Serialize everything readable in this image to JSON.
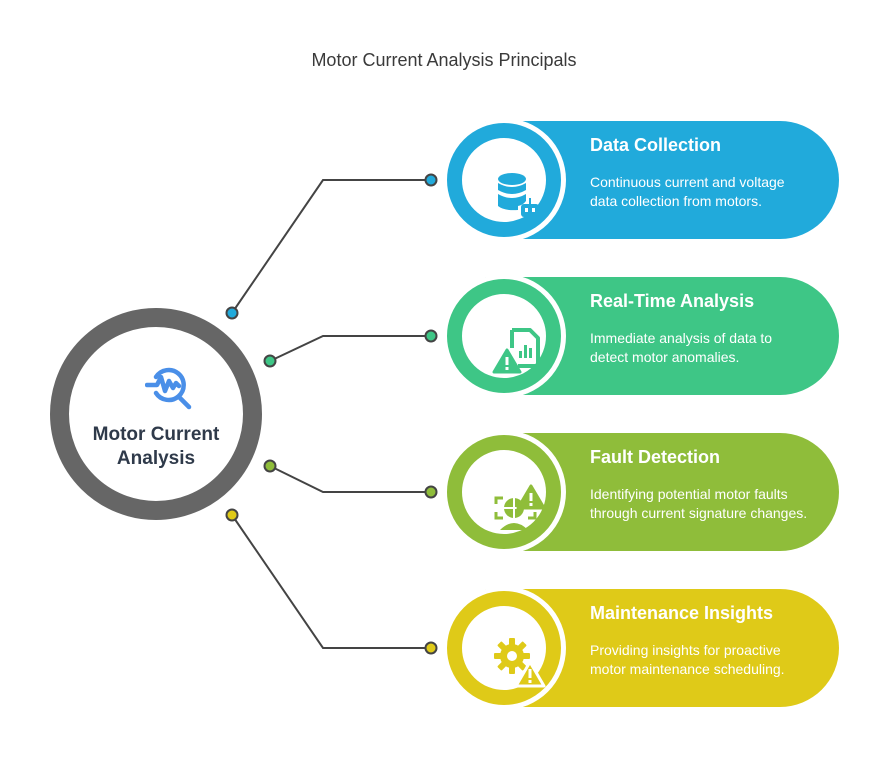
{
  "title": "Motor Current Analysis Principals",
  "hub": {
    "label": "Motor Current Analysis",
    "icon": "waveform-magnifier-icon",
    "ring_color": "#666666",
    "icon_color": "#4a8fe8"
  },
  "connector_color": "#444444",
  "items": [
    {
      "title": "Data Collection",
      "description": "Continuous current and voltage data collection from motors.",
      "icon": "database-robot-icon",
      "color": "#21aadb"
    },
    {
      "title": "Real-Time Analysis",
      "description": "Immediate analysis of data to detect motor anomalies.",
      "icon": "chart-document-warning-icon",
      "color": "#3ec686"
    },
    {
      "title": "Fault Detection",
      "description": "Identifying potential motor faults through current signature changes.",
      "icon": "globe-scan-warning-icon",
      "color": "#8fbd3a"
    },
    {
      "title": "Maintenance Insights",
      "description": "Providing insights for proactive motor maintenance scheduling.",
      "icon": "gear-warning-icon",
      "color": "#dfca18"
    }
  ]
}
